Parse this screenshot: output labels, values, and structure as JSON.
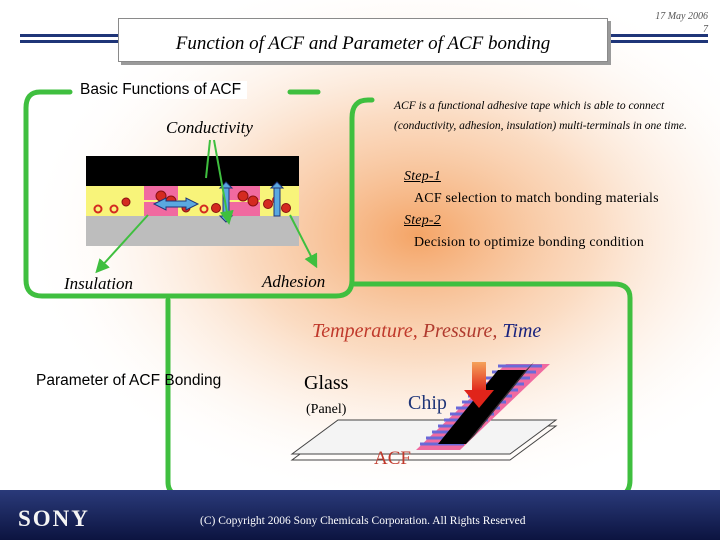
{
  "header": {
    "title": "Function of ACF and Parameter of ACF bonding",
    "date": "17 May 2006",
    "page_number": "7"
  },
  "functions": {
    "section_label": "Basic Functions of ACF",
    "conductivity": "Conductivity",
    "insulation": "Insulation",
    "adhesion": "Adhesion",
    "description_line1": "ACF is a functional adhesive tape which is able to connect",
    "description_line2": "(conductivity, adhesion, insulation) multi-terminals in one time.",
    "step1_label": "Step-1",
    "step1_text": "ACF selection to match bonding materials",
    "step2_label": "Step-2",
    "step2_text": "Decision to optimize bonding condition"
  },
  "parameters": {
    "section_label": "Parameter of ACF Bonding",
    "temperature": "Temperature,",
    "pressure": "Pressure,",
    "time": "Time",
    "glass": "Glass",
    "panel": "(Panel)",
    "chip": "Chip",
    "acf": "ACF"
  },
  "footer": {
    "logo": "SONY",
    "copyright": "(C) Copyright 2006 Sony Chemicals Corporation. All Rights Reserved"
  },
  "colors": {
    "navy": "#1f3578",
    "green_frame": "#3fbf3f",
    "temperature": "#c0392b",
    "pressure": "#b03a2e",
    "time": "#1a237e",
    "acf_text": "#c0392b",
    "orange_glow": "#f5a25a"
  }
}
